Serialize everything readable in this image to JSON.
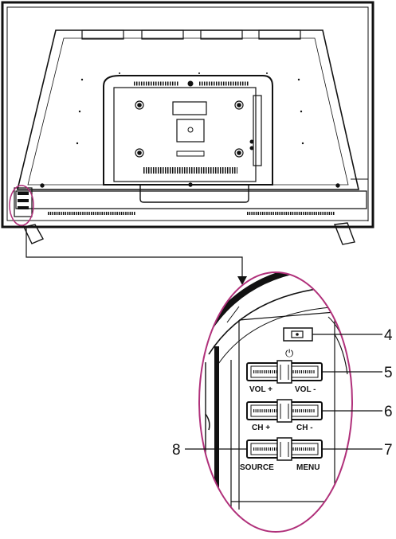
{
  "colors": {
    "line": "#111111",
    "highlight": "#b0307a",
    "background": "#ffffff"
  },
  "labels": {
    "power_symbol": "⏻",
    "vol_plus": "VOL +",
    "vol_minus": "VOL -",
    "ch_plus": "CH +",
    "ch_minus": "CH -",
    "source": "SOURCE",
    "menu": "MENU"
  },
  "callouts": {
    "power": "4",
    "volume": "5",
    "channel": "6",
    "menu": "7",
    "source": "8"
  }
}
